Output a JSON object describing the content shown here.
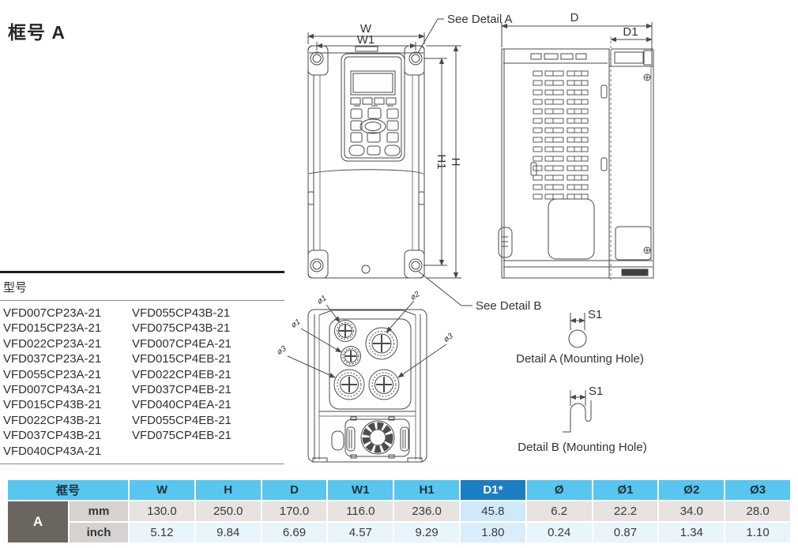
{
  "page": {
    "title": "框号 A"
  },
  "models": {
    "heading": "型号",
    "col1": [
      "VFD007CP23A-21",
      "VFD015CP23A-21",
      "VFD022CP23A-21",
      "VFD037CP23A-21",
      "VFD055CP23A-21",
      "VFD007CP43A-21",
      "VFD015CP43B-21",
      "VFD022CP43B-21",
      "VFD037CP43B-21",
      "VFD040CP43A-21"
    ],
    "col2": [
      "VFD055CP43B-21",
      "VFD075CP43B-21",
      "VFD007CP4EA-21",
      "VFD015CP4EB-21",
      "VFD022CP4EB-21",
      "VFD037CP4EB-21",
      "VFD040CP4EA-21",
      "VFD055CP4EB-21",
      "VFD075CP4EB-21"
    ]
  },
  "drawing": {
    "front": {
      "w": "W",
      "w1": "W1",
      "h1": "H1",
      "h": "H",
      "see_a": "See Detail A",
      "see_b": "See Detail B"
    },
    "side": {
      "d": "D",
      "d1": "D1"
    },
    "bottom": {
      "o1a": "ø1",
      "o1b": "ø1",
      "o2": "ø2",
      "o3a": "ø3",
      "o3b": "ø3"
    },
    "detail_a": {
      "s1": "S1",
      "caption": "Detail A (Mounting Hole)"
    },
    "detail_b": {
      "s1": "S1",
      "caption": "Detail B (Mounting Hole)"
    }
  },
  "table": {
    "frame_header": "框号",
    "columns": [
      "W",
      "H",
      "D",
      "W1",
      "H1",
      "D1*",
      "Ø",
      "Ø1",
      "Ø2",
      "Ø3"
    ],
    "frame_label": "A",
    "rows": [
      {
        "unit": "mm",
        "values": [
          "130.0",
          "250.0",
          "170.0",
          "116.0",
          "236.0",
          "45.8",
          "6.2",
          "22.2",
          "34.0",
          "28.0"
        ]
      },
      {
        "unit": "inch",
        "values": [
          "5.12",
          "9.84",
          "6.69",
          "4.57",
          "9.29",
          "1.80",
          "0.24",
          "0.87",
          "1.34",
          "1.10"
        ]
      }
    ]
  },
  "colors": {
    "table_header_blue": "#58c6ee",
    "table_header_highlight_blue": "#1b7ec2",
    "frame_cell_dark_gray": "#6a655f",
    "unit_cell_gray": "#d5d2cf",
    "mm_row_gray": "#e6e3e0",
    "inch_row_light_blue": "#e9f5fc",
    "d1_mm_cell_blue": "#cfe9f8",
    "d1_inch_cell_blue": "#d9eefa",
    "drawing_line": "#4a4a4a"
  }
}
